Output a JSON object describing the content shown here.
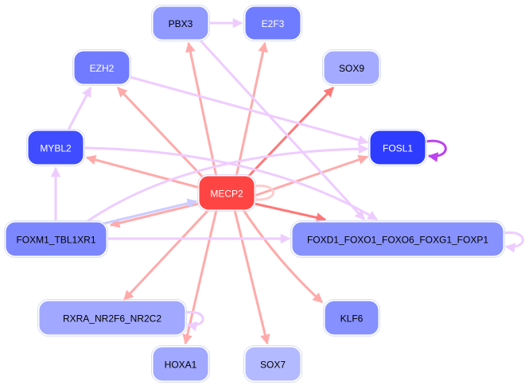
{
  "graph": {
    "type": "gene-regulatory-network",
    "colors": {
      "edge_regulator": "#ffaaaa",
      "edge_regulator_strong": "#ff7777",
      "edge_coexpression": "#eeccff",
      "edge_self_strong": "#bb44ee",
      "edge_feedback": "#ccccff"
    },
    "nodes": [
      {
        "id": "PBX3",
        "label": "PBX3",
        "fill": "#8f99ff",
        "text_color": "#000000"
      },
      {
        "id": "E2F3",
        "label": "E2F3",
        "fill": "#707cff",
        "text_color": "#ffffff"
      },
      {
        "id": "EZH2",
        "label": "EZH2",
        "fill": "#717bff",
        "text_color": "#ffffff"
      },
      {
        "id": "SOX9",
        "label": "SOX9",
        "fill": "#a3aaff",
        "text_color": "#000000"
      },
      {
        "id": "MYBL2",
        "label": "MYBL2",
        "fill": "#3f4cff",
        "text_color": "#ffffff"
      },
      {
        "id": "FOSL1",
        "label": "FOSL1",
        "fill": "#2e3cff",
        "text_color": "#ffffff"
      },
      {
        "id": "MECP2",
        "label": "MECP2",
        "fill": "#ff4444",
        "text_color": "#ffffff"
      },
      {
        "id": "FOXM1_TBL1XR1",
        "label": "FOXM1_TBL1XR1",
        "fill": "#7c87ff",
        "text_color": "#000000"
      },
      {
        "id": "FOXD1_FOXO1_FOXO6_FOXG1_FOXP1",
        "label": "FOXD1_FOXO1_FOXO6_FOXG1_FOXP1",
        "fill": "#8792ff",
        "text_color": "#000000"
      },
      {
        "id": "RXRA_NR2F6_NR2C2",
        "label": "RXRA_NR2F6_NR2C2",
        "fill": "#a1a8ff",
        "text_color": "#000000"
      },
      {
        "id": "KLF6",
        "label": "KLF6",
        "fill": "#8690ff",
        "text_color": "#000000"
      },
      {
        "id": "HOXA1",
        "label": "HOXA1",
        "fill": "#a0a8ff",
        "text_color": "#000000"
      },
      {
        "id": "SOX7",
        "label": "SOX7",
        "fill": "#b3baff",
        "text_color": "#000000"
      }
    ],
    "edges": [
      {
        "source": "MECP2",
        "target": "PBX3",
        "kind": "regulator"
      },
      {
        "source": "MECP2",
        "target": "E2F3",
        "kind": "regulator"
      },
      {
        "source": "MECP2",
        "target": "EZH2",
        "kind": "regulator"
      },
      {
        "source": "MECP2",
        "target": "SOX9",
        "kind": "regulator_strong"
      },
      {
        "source": "MECP2",
        "target": "MYBL2",
        "kind": "regulator"
      },
      {
        "source": "MECP2",
        "target": "FOSL1",
        "kind": "regulator"
      },
      {
        "source": "MECP2",
        "target": "FOXM1_TBL1XR1",
        "kind": "regulator"
      },
      {
        "source": "MECP2",
        "target": "FOXD1_FOXO1_FOXO6_FOXG1_FOXP1",
        "kind": "regulator_strong"
      },
      {
        "source": "MECP2",
        "target": "RXRA_NR2F6_NR2C2",
        "kind": "regulator"
      },
      {
        "source": "MECP2",
        "target": "KLF6",
        "kind": "regulator"
      },
      {
        "source": "MECP2",
        "target": "HOXA1",
        "kind": "regulator"
      },
      {
        "source": "MECP2",
        "target": "SOX7",
        "kind": "regulator"
      },
      {
        "source": "MECP2",
        "target": "MECP2",
        "kind": "regulator_self"
      },
      {
        "source": "FOXM1_TBL1XR1",
        "target": "MECP2",
        "kind": "feedback"
      },
      {
        "source": "PBX3",
        "target": "E2F3",
        "kind": "coexpression"
      },
      {
        "source": "PBX3",
        "target": "FOXD1_FOXO1_FOXO6_FOXG1_FOXP1",
        "kind": "coexpression"
      },
      {
        "source": "EZH2",
        "target": "FOSL1",
        "kind": "coexpression"
      },
      {
        "source": "MYBL2",
        "target": "EZH2",
        "kind": "coexpression"
      },
      {
        "source": "MYBL2",
        "target": "FOXD1_FOXO1_FOXO6_FOXG1_FOXP1",
        "kind": "coexpression"
      },
      {
        "source": "FOXM1_TBL1XR1",
        "target": "MYBL2",
        "kind": "coexpression"
      },
      {
        "source": "FOXM1_TBL1XR1",
        "target": "FOSL1",
        "kind": "coexpression"
      },
      {
        "source": "FOXM1_TBL1XR1",
        "target": "FOXD1_FOXO1_FOXO6_FOXG1_FOXP1",
        "kind": "coexpression"
      },
      {
        "source": "FOSL1",
        "target": "FOSL1",
        "kind": "self_strong"
      },
      {
        "source": "FOXD1_FOXO1_FOXO6_FOXG1_FOXP1",
        "target": "FOXD1_FOXO1_FOXO6_FOXG1_FOXP1",
        "kind": "coexpression_self"
      },
      {
        "source": "RXRA_NR2F6_NR2C2",
        "target": "RXRA_NR2F6_NR2C2",
        "kind": "coexpression_self"
      }
    ]
  }
}
